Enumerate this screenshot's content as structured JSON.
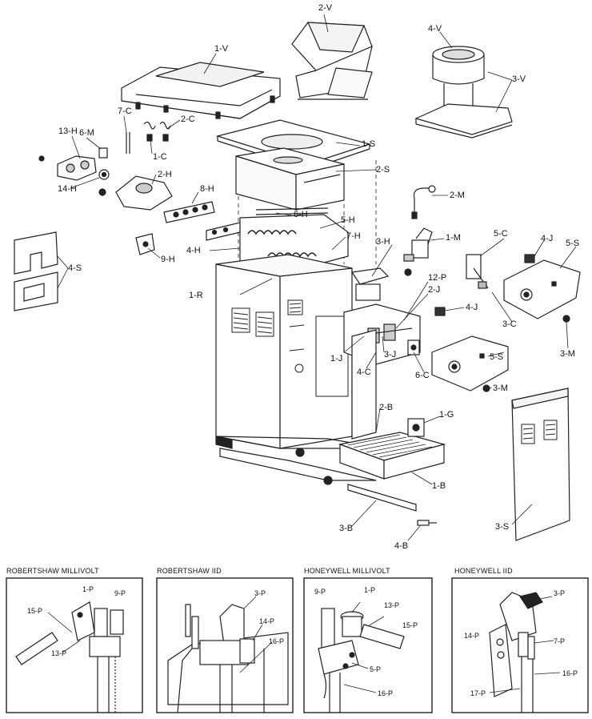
{
  "labels": {
    "v2": "2-V",
    "v1": "1-V",
    "v4": "4-V",
    "v3": "3-V",
    "c7": "7-C",
    "c2": "2-C",
    "c1": "1-C",
    "h13": "13-H",
    "m6": "6-M",
    "h2": "2-H",
    "h14": "14-H",
    "h8": "8-H",
    "h6": "6-H",
    "h5": "5-H",
    "h4": "4-H",
    "h7": "7-H",
    "h9": "9-H",
    "h3": "3-H",
    "s1": "1-S",
    "s2": "2-S",
    "m2": "2-M",
    "m1": "1-M",
    "s4": "4-S",
    "r1": "1-R",
    "c5": "5-C",
    "j4a": "4-J",
    "s5a": "5-S",
    "p12": "12-P",
    "j2": "2-J",
    "c3": "3-C",
    "m3a": "3-M",
    "j4b": "4-J",
    "j1": "1-J",
    "j3": "3-J",
    "c4": "4-C",
    "c6": "6-C",
    "s5b": "5-S",
    "m3b": "3-M",
    "b2": "2-B",
    "g1": "1-G",
    "b1": "1-B",
    "b3": "3-B",
    "b4": "4-B",
    "s3": "3-S"
  },
  "panels": [
    {
      "title": "ROBERTSHAW MILLIVOLT",
      "parts": [
        "1-P",
        "9-P",
        "15-P",
        "13-P"
      ]
    },
    {
      "title": "ROBERTSHAW IID",
      "parts": [
        "3-P",
        "14-P",
        "16-P"
      ]
    },
    {
      "title": "HONEYWELL MILLIVOLT",
      "parts": [
        "9-P",
        "1-P",
        "13-P",
        "15-P",
        "5-P",
        "16-P"
      ]
    },
    {
      "title": "HONEYWELL IID",
      "parts": [
        "3-P",
        "14-P",
        "7-P",
        "16-P",
        "17-P"
      ]
    }
  ]
}
